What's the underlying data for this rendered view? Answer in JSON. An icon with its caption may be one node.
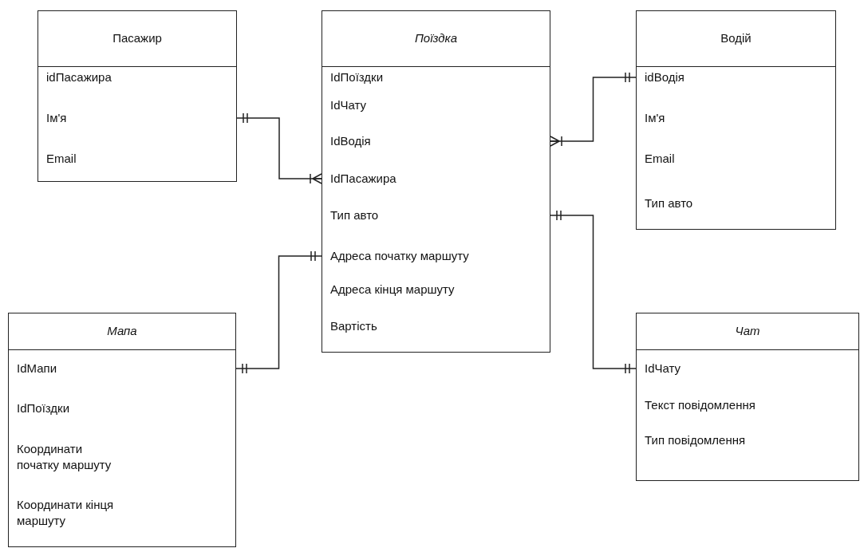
{
  "diagram": {
    "nodes": [
      {
        "text": [
          "Пасажир"
        ]
      },
      {
        "text": [
          "idПасажира"
        ],
        "in": 0
      },
      {
        "text": [
          "Ім'я"
        ],
        "in": 0
      },
      {
        "text": [
          "Email"
        ],
        "in": 0
      },
      {
        "text": [
          "Поїздка"
        ]
      },
      {
        "text": [
          "IdПоїздки"
        ],
        "in": 4
      },
      {
        "text": [
          "IdЧату"
        ],
        "in": 4
      },
      {
        "text": [
          "IdВодія"
        ],
        "in": 4
      },
      {
        "text": [
          "IdПасажира"
        ],
        "in": 4
      },
      {
        "text": [
          "Тип авто"
        ],
        "in": 4
      },
      {
        "text": [
          "Адреса початку маршуту"
        ],
        "in": 4
      },
      {
        "text": [
          "Адреса кінця маршуту"
        ],
        "in": 4
      },
      {
        "text": [
          "Вартість"
        ],
        "in": 4
      },
      {
        "text": [
          "Водій"
        ]
      },
      {
        "text": [
          "idВодія"
        ],
        "in": 13
      },
      {
        "text": [
          "Ім'я"
        ],
        "in": 13
      },
      {
        "text": [
          "Email"
        ],
        "in": 13
      },
      {
        "text": [
          "Тип авто"
        ],
        "in": 13
      },
      {
        "text": [
          "Мапа"
        ]
      },
      {
        "text": [
          "IdМапи"
        ],
        "in": 18
      },
      {
        "text": [
          "IdПоїздки"
        ],
        "in": 18
      },
      {
        "text": [
          "Координати початку маршуту"
        ],
        "in": 18
      },
      {
        "text": [
          "Координати кінця маршуту"
        ],
        "in": 18
      },
      {
        "text": [
          "Чат"
        ]
      },
      {
        "text": [
          "IdЧату"
        ],
        "in": 23
      },
      {
        "text": [
          "Текст повідомлення"
        ],
        "in": 23
      },
      {
        "text": [
          "Тип повідомлення"
        ],
        "in": 23
      }
    ],
    "edges": [
      {
        "from": 0,
        "to": 4,
        "arrow": "other"
      },
      {
        "from": 13,
        "to": 4,
        "arrow": "other"
      },
      {
        "from": 4,
        "to": 23,
        "arrow": "other"
      },
      {
        "from": 18,
        "to": 4,
        "arrow": "other"
      }
    ]
  }
}
